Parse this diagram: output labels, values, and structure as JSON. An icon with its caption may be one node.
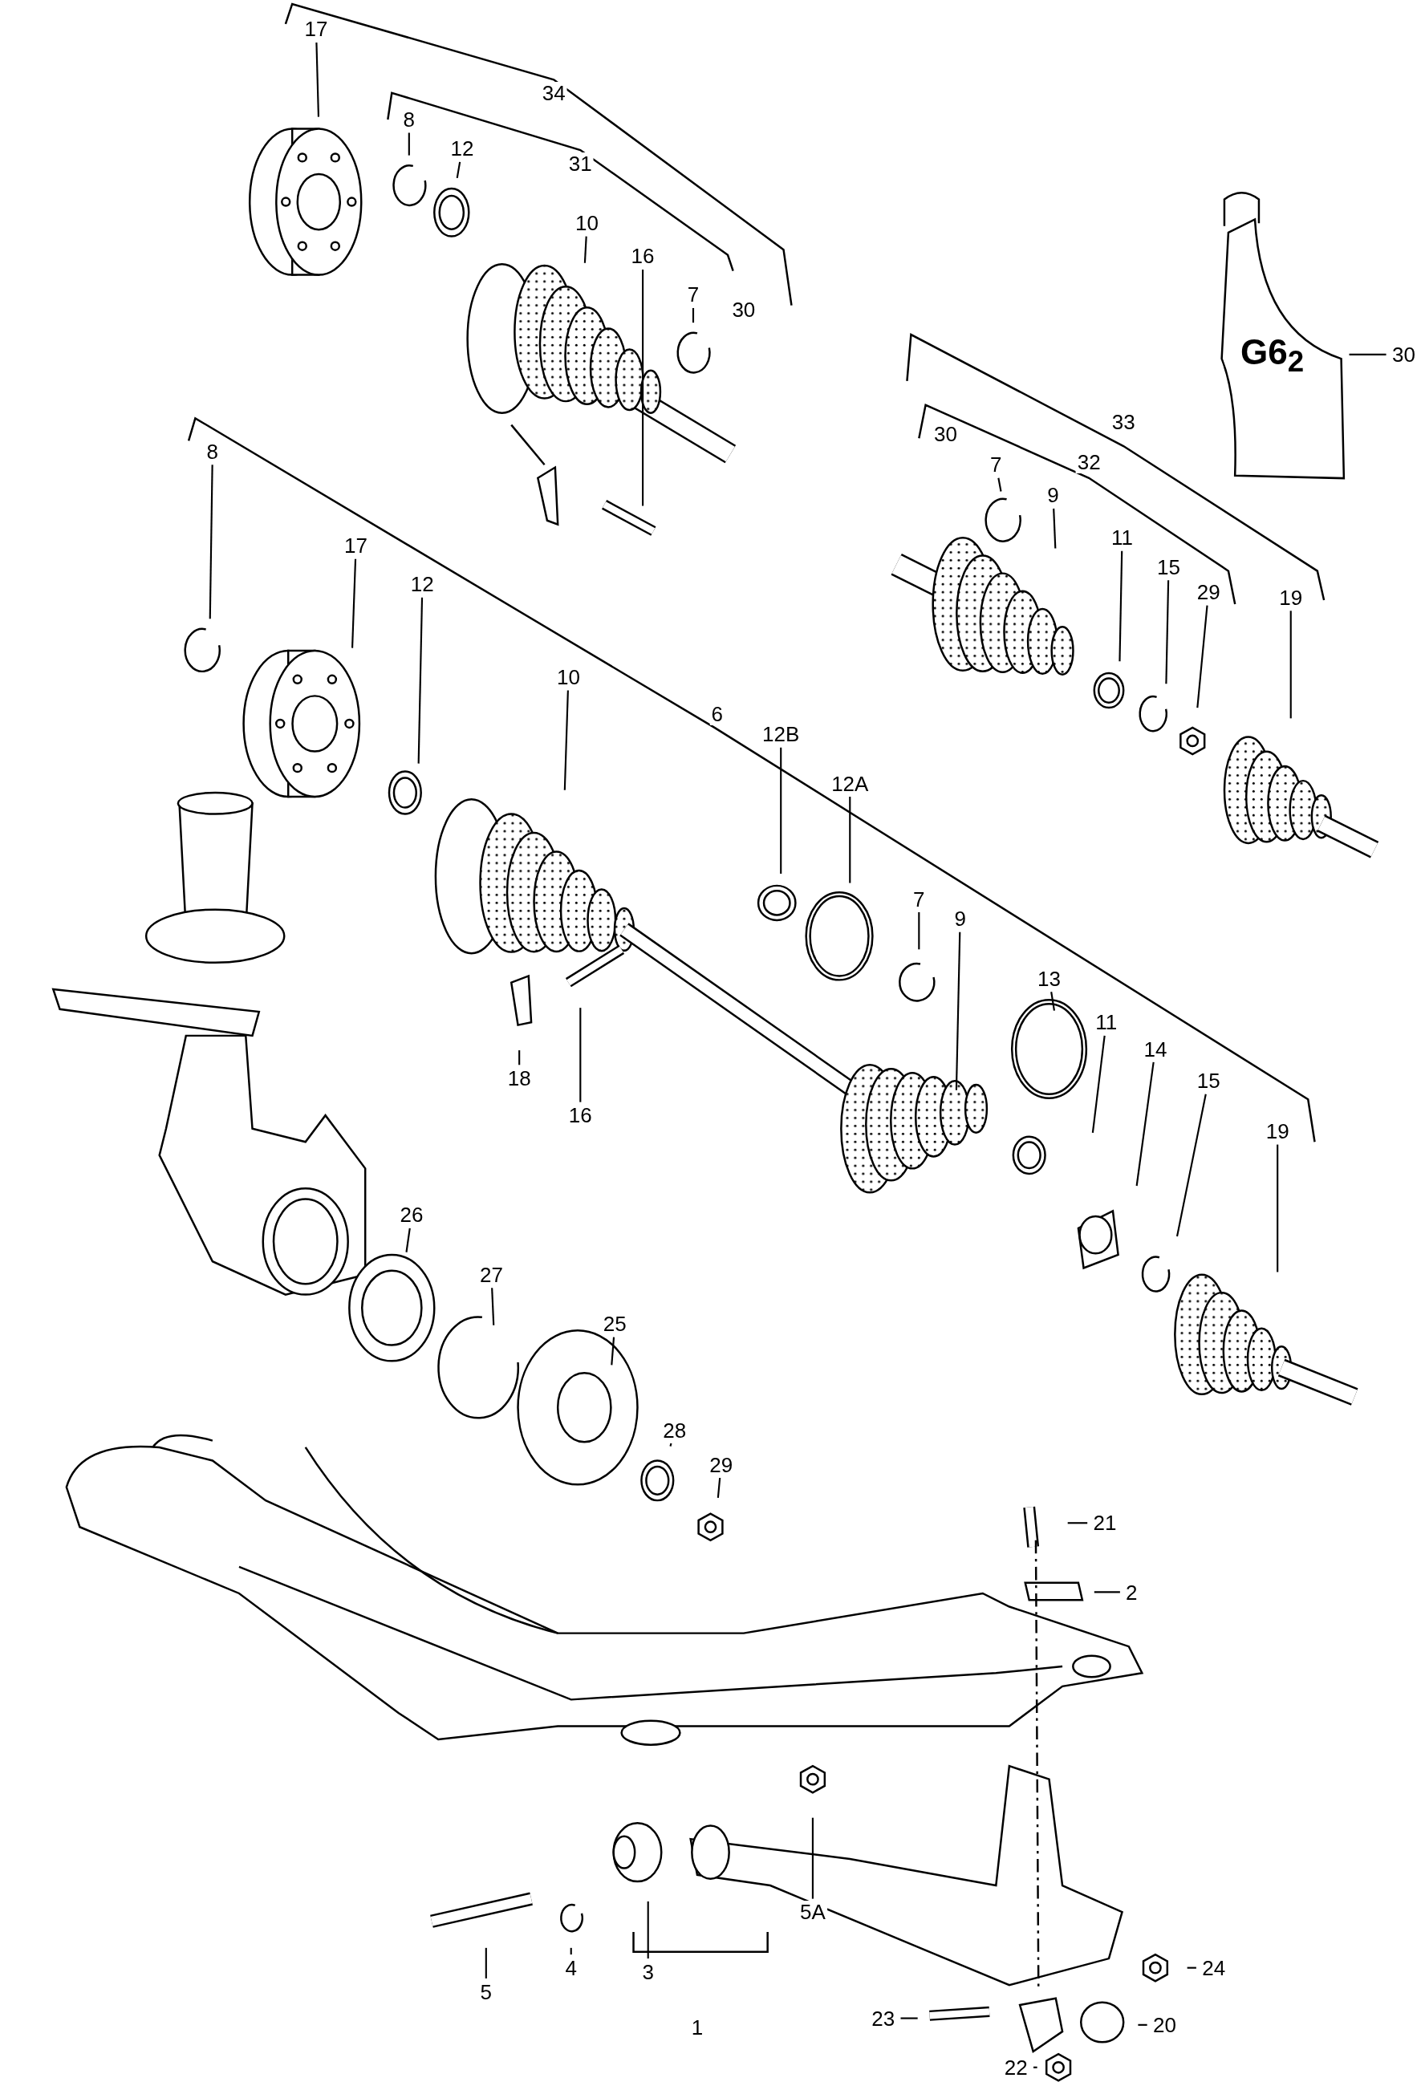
{
  "diagram": {
    "nodes": [
      {
        "text": [
          "17"
        ]
      },
      {
        "text": [
          "8"
        ]
      },
      {
        "text": [
          "12"
        ]
      },
      {
        "text": [
          "10"
        ]
      },
      {
        "text": [
          "16"
        ]
      },
      {
        "text": [
          "7"
        ]
      },
      {
        "text": [
          "30"
        ]
      },
      {
        "text": [
          "7"
        ]
      },
      {
        "text": [
          "9"
        ]
      },
      {
        "text": [
          "8"
        ]
      },
      {
        "text": [
          "11"
        ]
      },
      {
        "text": [
          "15"
        ]
      },
      {
        "text": [
          "17"
        ]
      },
      {
        "text": [
          "29"
        ]
      },
      {
        "text": [
          "19"
        ]
      },
      {
        "text": [
          "12"
        ]
      },
      {
        "text": [
          "10"
        ]
      },
      {
        "text": [
          "12B"
        ]
      },
      {
        "text": [
          "12A"
        ]
      },
      {
        "text": [
          "7"
        ]
      },
      {
        "text": [
          "9"
        ]
      },
      {
        "text": [
          "13"
        ]
      },
      {
        "text": [
          "11"
        ]
      },
      {
        "text": [
          "14"
        ]
      },
      {
        "text": [
          "18"
        ]
      },
      {
        "text": [
          "15"
        ]
      },
      {
        "text": [
          "16"
        ]
      },
      {
        "text": [
          "19"
        ]
      },
      {
        "text": [
          "26"
        ]
      },
      {
        "text": [
          "27"
        ]
      },
      {
        "text": [
          "25"
        ]
      },
      {
        "text": [
          "28"
        ]
      },
      {
        "text": [
          "29"
        ]
      },
      {
        "text": [
          "21"
        ]
      },
      {
        "text": [
          "2"
        ]
      },
      {
        "text": [
          "5A"
        ]
      },
      {
        "text": [
          "24"
        ]
      },
      {
        "text": [
          "4"
        ]
      },
      {
        "text": [
          "3"
        ]
      },
      {
        "text": [
          "5"
        ]
      },
      {
        "text": [
          "23"
        ]
      },
      {
        "text": [
          "20"
        ]
      },
      {
        "text": [
          "22"
        ]
      },
      {
        "text": [
          "34"
        ]
      },
      {
        "text": [
          "31"
        ]
      },
      {
        "text": [
          "30"
        ]
      },
      {
        "text": [
          "G6$_{2}$"
        ]
      },
      {
        "text": [
          "33"
        ]
      },
      {
        "text": [
          "30"
        ]
      },
      {
        "text": [
          "32"
        ]
      },
      {
        "text": [
          "6"
        ]
      },
      {
        "text": [
          "1"
        ]
      }
    ],
    "edges": [
      {
        "from": 0,
        "to": null,
        "arrow": "none"
      },
      {
        "from": 1,
        "to": null,
        "arrow": "none"
      },
      {
        "from": 2,
        "to": null,
        "arrow": "none"
      },
      {
        "from": 3,
        "to": null,
        "arrow": "none"
      },
      {
        "from": 4,
        "to": null,
        "arrow": "none"
      },
      {
        "from": 5,
        "to": null,
        "arrow": "none"
      },
      {
        "from": 6,
        "to": 46,
        "arrow": "none"
      },
      {
        "from": 7,
        "to": null,
        "arrow": "none"
      },
      {
        "from": 8,
        "to": null,
        "arrow": "none"
      },
      {
        "from": 9,
        "to": null,
        "arrow": "none"
      },
      {
        "from": 10,
        "to": null,
        "arrow": "none"
      },
      {
        "from": 11,
        "to": null,
        "arrow": "none"
      },
      {
        "from": 12,
        "to": null,
        "arrow": "none"
      },
      {
        "from": 13,
        "to": null,
        "arrow": "none"
      },
      {
        "from": 14,
        "to": null,
        "arrow": "none"
      },
      {
        "from": 15,
        "to": null,
        "arrow": "none"
      },
      {
        "from": 16,
        "to": null,
        "arrow": "none"
      },
      {
        "from": 17,
        "to": null,
        "arrow": "none"
      },
      {
        "from": 18,
        "to": null,
        "arrow": "none"
      },
      {
        "from": 19,
        "to": null,
        "arrow": "none"
      },
      {
        "from": 20,
        "to": null,
        "arrow": "none"
      },
      {
        "from": 21,
        "to": null,
        "arrow": "none"
      },
      {
        "from": 22,
        "to": null,
        "arrow": "none"
      },
      {
        "from": 23,
        "to": null,
        "arrow": "none"
      },
      {
        "from": 24,
        "to": null,
        "arrow": "none"
      },
      {
        "from": 25,
        "to": null,
        "arrow": "none"
      },
      {
        "from": 26,
        "to": null,
        "arrow": "none"
      },
      {
        "from": 27,
        "to": null,
        "arrow": "none"
      },
      {
        "from": 28,
        "to": null,
        "arrow": "none"
      },
      {
        "from": 29,
        "to": null,
        "arrow": "none"
      },
      {
        "from": 30,
        "to": null,
        "arrow": "none"
      },
      {
        "from": 31,
        "to": null,
        "arrow": "none"
      },
      {
        "from": 32,
        "to": null,
        "arrow": "none"
      },
      {
        "from": 33,
        "to": null,
        "arrow": "none"
      },
      {
        "from": 34,
        "to": null,
        "arrow": "none"
      },
      {
        "from": 35,
        "to": null,
        "arrow": "none"
      },
      {
        "from": 36,
        "to": null,
        "arrow": "none"
      },
      {
        "from": 37,
        "to": null,
        "arrow": "none"
      },
      {
        "from": 38,
        "to": null,
        "arrow": "none"
      },
      {
        "from": 39,
        "to": null,
        "arrow": "none"
      },
      {
        "from": 40,
        "to": null,
        "arrow": "none"
      },
      {
        "from": 41,
        "to": null,
        "arrow": "none"
      },
      {
        "from": 42,
        "to": null,
        "arrow": "none"
      }
    ]
  }
}
